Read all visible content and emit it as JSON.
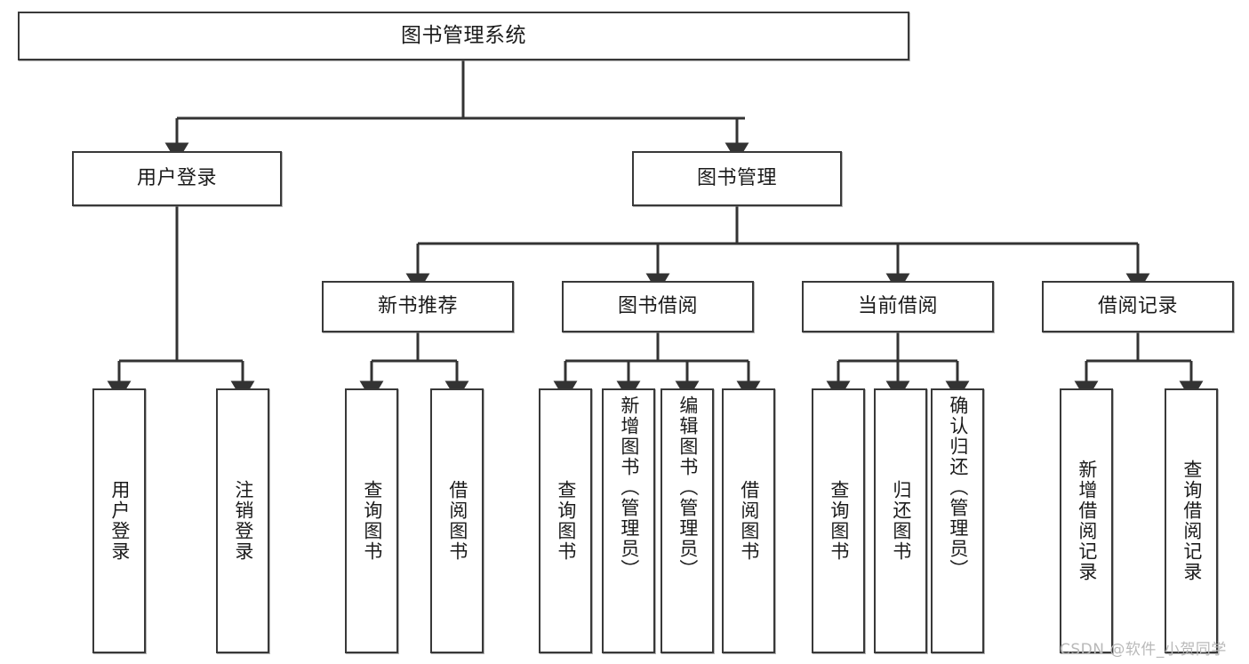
{
  "diagram": {
    "type": "tree",
    "title_node": {
      "label": "图书管理系统"
    },
    "level2": [
      {
        "id": "user-login",
        "label": "用户登录"
      },
      {
        "id": "book-management",
        "label": "图书管理"
      }
    ],
    "level3": [
      {
        "id": "new-book-recommend",
        "label": "新书推荐"
      },
      {
        "id": "book-borrow",
        "label": "图书借阅"
      },
      {
        "id": "current-borrow",
        "label": "当前借阅"
      },
      {
        "id": "borrow-record",
        "label": "借阅记录"
      }
    ],
    "leaves": [
      {
        "id": "leaf-user-login",
        "label": "用户登录",
        "parent": "user-login"
      },
      {
        "id": "leaf-logout-login",
        "label": "注销登录",
        "parent": "user-login"
      },
      {
        "id": "leaf-query-book-1",
        "label": "查询图书",
        "parent": "new-book-recommend"
      },
      {
        "id": "leaf-borrow-book-1",
        "label": "借阅图书",
        "parent": "new-book-recommend"
      },
      {
        "id": "leaf-query-book-2",
        "label": "查询图书",
        "parent": "book-borrow"
      },
      {
        "id": "leaf-add-book",
        "label": "新增图书（管理员）",
        "parent": "book-borrow"
      },
      {
        "id": "leaf-edit-book",
        "label": "编辑图书（管理员）",
        "parent": "book-borrow"
      },
      {
        "id": "leaf-borrow-book-2",
        "label": "借阅图书",
        "parent": "book-borrow"
      },
      {
        "id": "leaf-query-book-3",
        "label": "查询图书",
        "parent": "current-borrow"
      },
      {
        "id": "leaf-return-book",
        "label": "归还图书",
        "parent": "current-borrow"
      },
      {
        "id": "leaf-confirm-return",
        "label": "确认归还（管理员）",
        "parent": "current-borrow"
      },
      {
        "id": "leaf-add-record",
        "label": "新增借阅记录",
        "parent": "borrow-record"
      },
      {
        "id": "leaf-query-record",
        "label": "查询借阅记录",
        "parent": "borrow-record"
      }
    ],
    "colors": {
      "box_stroke": "#393939",
      "box_fill": "#ffffff",
      "text": "#1b1b1b",
      "edge": "#333333",
      "watermark": "#b9b9b9"
    }
  },
  "watermark": {
    "text": "CSDN @软件_小贺同学"
  }
}
